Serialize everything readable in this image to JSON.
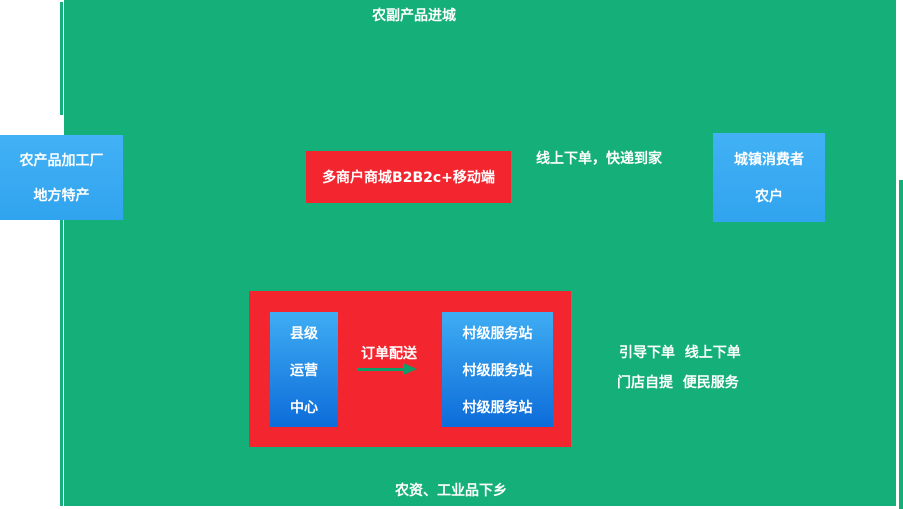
{
  "colors": {
    "panel_green": "#15b07a",
    "box_blue": "#38abf4",
    "red": "#f3262f",
    "gradient_blue_top": "#3fadf3",
    "gradient_blue_bottom": "#0d6cd9",
    "arrow_green": "#0f9e6a",
    "text": "#ffffff"
  },
  "flows": {
    "top": "农副产品进城",
    "bottom": "农资、工业品下乡"
  },
  "mall": {
    "label": "多商户商城B2B2c+移动端"
  },
  "annotations": {
    "online_order": "线上下单，快递到家",
    "guide_line1": "引导下单  线上下单",
    "guide_line2": "门店自提  便民服务",
    "order_delivery": "订单配送"
  },
  "boxes": {
    "supplier": {
      "line1": "农产品加工厂",
      "line2": "地方特产"
    },
    "consumer": {
      "line1": "城镇消费者",
      "line2": "农户"
    },
    "county": {
      "lines": [
        "县级",
        "运营",
        "中心"
      ]
    },
    "village": {
      "stations": [
        "村级服务站",
        "村级服务站",
        "村级服务站"
      ]
    }
  }
}
